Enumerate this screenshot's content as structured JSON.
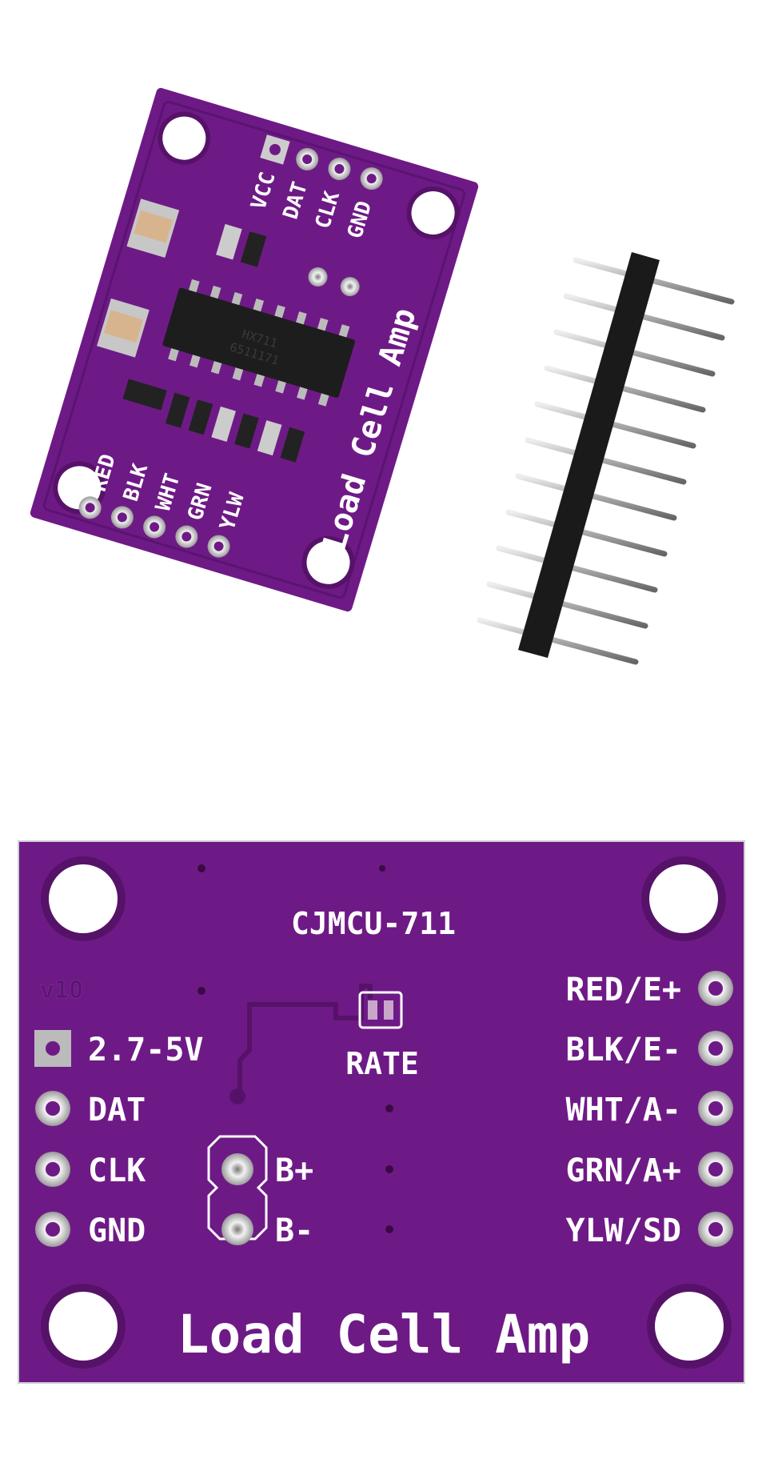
{
  "top_board": {
    "header_labels": [
      "VCC",
      "DAT",
      "CLK",
      "GND"
    ],
    "wire_labels": [
      "RED",
      "BLK",
      "WHT",
      "GRN",
      "YLW"
    ],
    "title": "Load Cell Amp",
    "chip_name": "HX711",
    "chip_code": "6511171"
  },
  "bottom_board": {
    "model": "CJMCU-711",
    "version": "v10",
    "left_labels": [
      "2.7-5V",
      "DAT",
      "CLK",
      "GND"
    ],
    "right_labels": [
      "RED/E+",
      "BLK/E-",
      "WHT/A-",
      "GRN/A+",
      "YLW/SD"
    ],
    "rate_label": "RATE",
    "b_labels": [
      "B+",
      "B-"
    ],
    "title": "Load Cell Amp"
  },
  "colors": {
    "pcb": "#6e1a86",
    "pcb_dark": "#561268",
    "pad": "#cfcfcf",
    "header": "#1a1a1a"
  }
}
